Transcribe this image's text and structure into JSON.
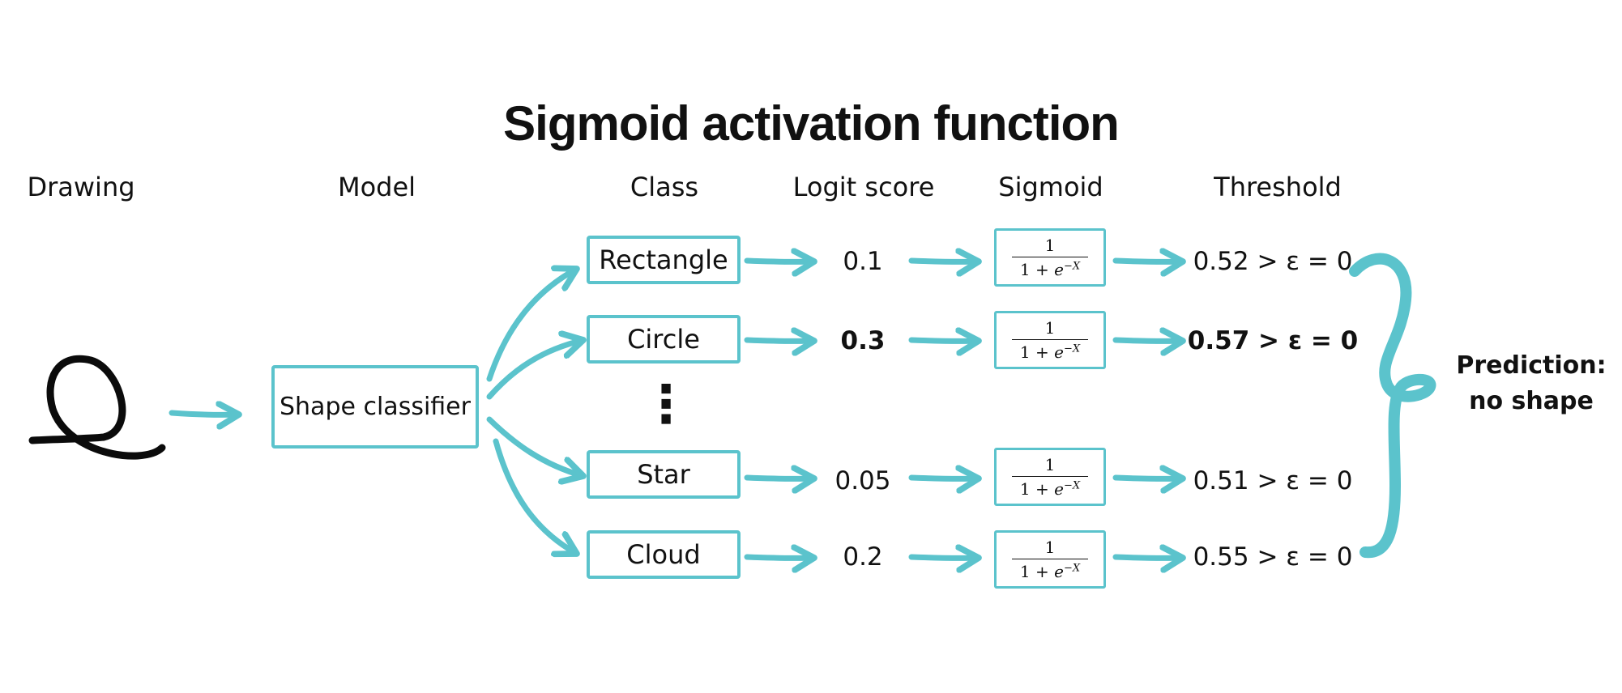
{
  "title": "Sigmoid activation function",
  "columns": {
    "drawing": "Drawing",
    "model": "Model",
    "class": "Class",
    "logit": "Logit score",
    "sigmoid": "Sigmoid",
    "threshold": "Threshold"
  },
  "model_label": "Shape classifier",
  "ellipsis": "⋮",
  "sigmoid_formula": {
    "numerator": "1",
    "denominator_prefix": "1 + ",
    "base": "e",
    "exponent": "−X"
  },
  "rows": [
    {
      "class": "Rectangle",
      "logit": "0.1",
      "threshold": "0.52 > ε = 0",
      "bold": false
    },
    {
      "class": "Circle",
      "logit": "0.3",
      "threshold": "0.57 > ε = 0",
      "bold": true
    },
    {
      "class": "Star",
      "logit": "0.05",
      "threshold": "0.51 > ε = 0",
      "bold": false
    },
    {
      "class": "Cloud",
      "logit": "0.2",
      "threshold": "0.55 > ε = 0",
      "bold": false
    }
  ],
  "prediction": {
    "line1": "Prediction:",
    "line2": "no shape"
  },
  "colors": {
    "accent": "#5bc3cc",
    "ink": "#111111"
  },
  "icons": {
    "drawing": "hand-drawn-loop-sketch",
    "arrow": "hand-drawn-arrow",
    "brace": "curly-brace"
  }
}
